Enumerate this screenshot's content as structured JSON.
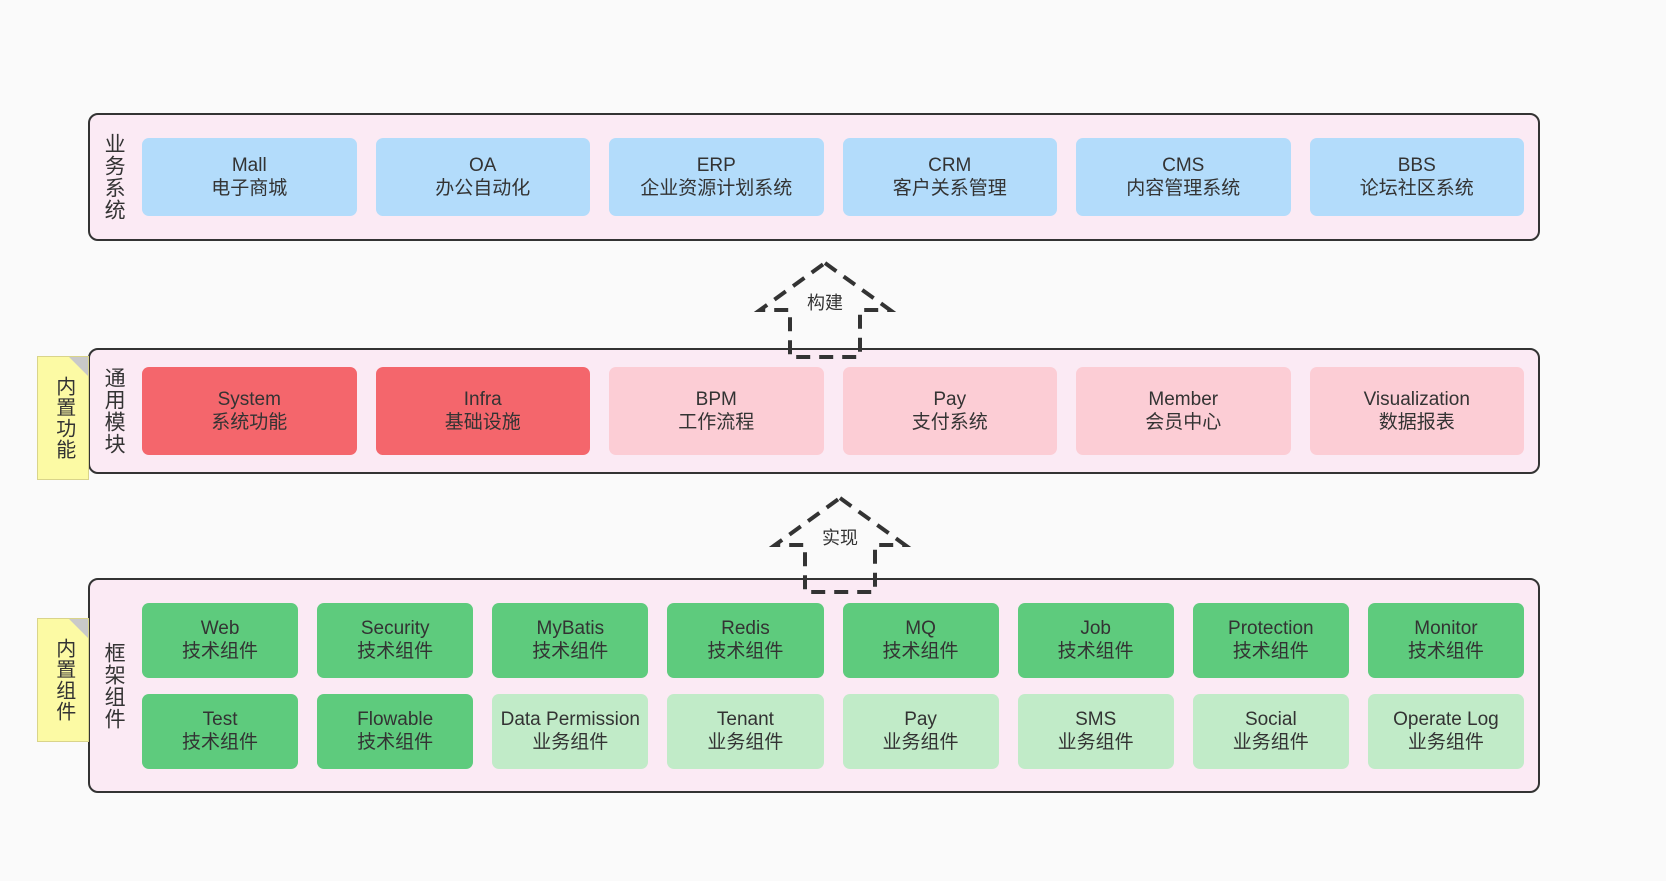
{
  "diagram": {
    "background": "#fafafa",
    "layers": [
      {
        "id": "business",
        "title": "业务系统",
        "node_color": "#b3dcfb",
        "rows": [
          [
            {
              "en": "Mall",
              "cn": "电子商城"
            },
            {
              "en": "OA",
              "cn": "办公自动化"
            },
            {
              "en": "ERP",
              "cn": "企业资源计划系统"
            },
            {
              "en": "CRM",
              "cn": "客户关系管理"
            },
            {
              "en": "CMS",
              "cn": "内容管理系统"
            },
            {
              "en": "BBS",
              "cn": "论坛社区系统"
            }
          ]
        ]
      },
      {
        "id": "common-module",
        "title": "通用模块",
        "sticky": "内置功能",
        "rows": [
          [
            {
              "en": "System",
              "cn": "系统功能",
              "color": "#f4666c"
            },
            {
              "en": "Infra",
              "cn": "基础设施",
              "color": "#f4666c"
            },
            {
              "en": "BPM",
              "cn": "工作流程",
              "color": "#fccdd5"
            },
            {
              "en": "Pay",
              "cn": "支付系统",
              "color": "#fccdd5"
            },
            {
              "en": "Member",
              "cn": "会员中心",
              "color": "#fccdd5"
            },
            {
              "en": "Visualization",
              "cn": "数据报表",
              "color": "#fccdd5"
            }
          ]
        ]
      },
      {
        "id": "framework-component",
        "title": "框架组件",
        "sticky": "内置组件",
        "rows": [
          [
            {
              "en": "Web",
              "cn": "技术组件",
              "color": "#5ecb7d"
            },
            {
              "en": "Security",
              "cn": "技术组件",
              "color": "#5ecb7d"
            },
            {
              "en": "MyBatis",
              "cn": "技术组件",
              "color": "#5ecb7d"
            },
            {
              "en": "Redis",
              "cn": "技术组件",
              "color": "#5ecb7d"
            },
            {
              "en": "MQ",
              "cn": "技术组件",
              "color": "#5ecb7d"
            },
            {
              "en": "Job",
              "cn": "技术组件",
              "color": "#5ecb7d"
            },
            {
              "en": "Protection",
              "cn": "技术组件",
              "color": "#5ecb7d"
            },
            {
              "en": "Monitor",
              "cn": "技术组件",
              "color": "#5ecb7d"
            }
          ],
          [
            {
              "en": "Test",
              "cn": "技术组件",
              "color": "#5ecb7d"
            },
            {
              "en": "Flowable",
              "cn": "技术组件",
              "color": "#5ecb7d"
            },
            {
              "en": "Data Permission",
              "cn": "业务组件",
              "color": "#c1ebc8"
            },
            {
              "en": "Tenant",
              "cn": "业务组件",
              "color": "#c1ebc8"
            },
            {
              "en": "Pay",
              "cn": "业务组件",
              "color": "#c1ebc8"
            },
            {
              "en": "SMS",
              "cn": "业务组件",
              "color": "#c1ebc8"
            },
            {
              "en": "Social",
              "cn": "业务组件",
              "color": "#c1ebc8"
            },
            {
              "en": "Operate Log",
              "cn": "业务组件",
              "color": "#c1ebc8"
            }
          ]
        ]
      }
    ],
    "connectors": [
      {
        "id": "build",
        "label": "构建"
      },
      {
        "id": "implement",
        "label": "实现"
      }
    ]
  }
}
